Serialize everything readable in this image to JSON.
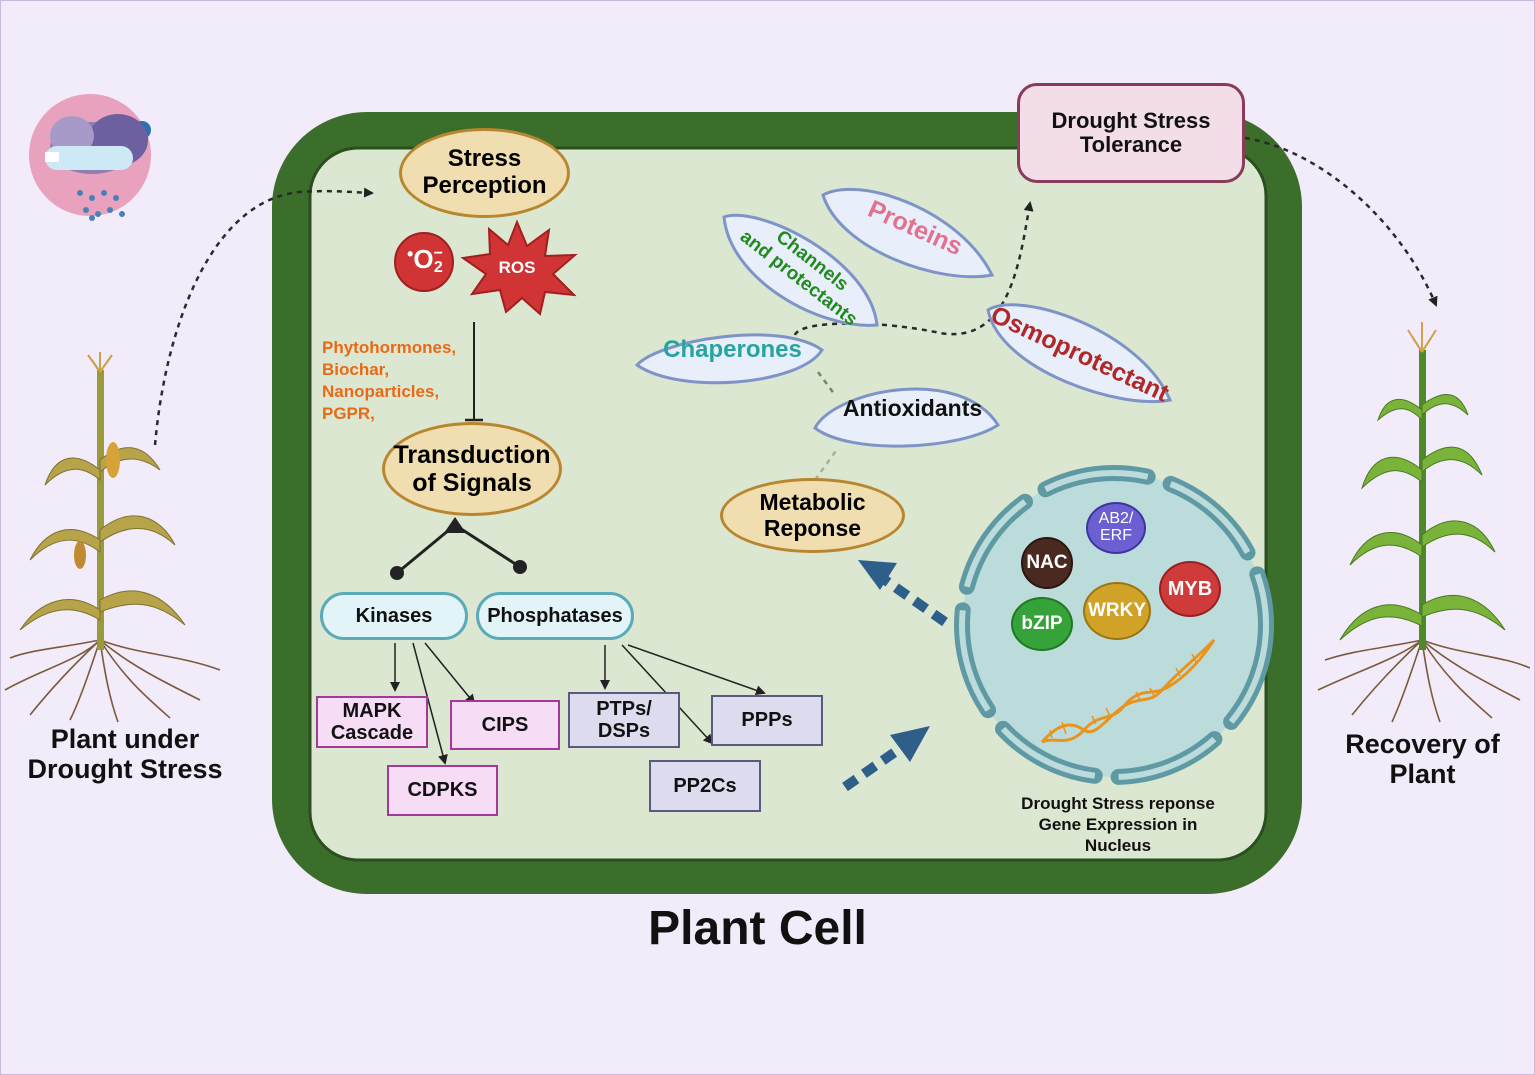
{
  "plant_left_label": [
    "Plant under",
    "Drought Stress"
  ],
  "plant_right_label": [
    "Recovery of",
    "Plant"
  ],
  "cell_title": "Plant Cell",
  "stress_perception": [
    "Stress",
    "Perception"
  ],
  "superoxide_label": "O",
  "ros_label": "ROS",
  "treatments": [
    "Phytohormones,",
    "Biochar,",
    "Nanoparticles,",
    "PGPR,"
  ],
  "transduction": [
    "Transduction",
    "of Signals"
  ],
  "kinases": "Kinases",
  "phosphatases": "Phosphatases",
  "kinase_targets": {
    "mapk": [
      "MAPK",
      "Cascade"
    ],
    "cips": "CIPS",
    "cdpks": "CDPKS"
  },
  "phosphatase_targets": {
    "ptps": [
      "PTPs/",
      "DSPs"
    ],
    "ppps": "PPPs",
    "pp2cs": "PP2Cs"
  },
  "tolerance": [
    "Drought Stress",
    "Tolerance"
  ],
  "leaves": {
    "proteins": "Proteins",
    "channels": [
      "Channels",
      "and protectants"
    ],
    "chaperones": "Chaperones",
    "osmoprotectant": "Osmoprotectant",
    "antioxidants": "Antioxidants"
  },
  "metabolic": [
    "Metabolic",
    "Reponse"
  ],
  "transcription_factors": {
    "nac": "NAC",
    "ab2": [
      "AB2/",
      "ERF"
    ],
    "myb": "MYB",
    "bzip": "bZIP",
    "wrky": "WRKY"
  },
  "nucleus_caption": [
    "Drought Stress reponse",
    "Gene Expression in",
    "Nucleus"
  ],
  "colors": {
    "background": "#f2ebfa",
    "cell_wall": "#3b6e2a",
    "cytoplasm": "#dbe7d0",
    "oval_fill": "#f1deb0",
    "oval_border": "#b8862e",
    "kinase_fill": "#e2f4f7",
    "kinase_border": "#5aaab9",
    "kinase_target_fill": "#f6dcf5",
    "kinase_target_border": "#a33a9a",
    "phosphatase_target_fill": "#dcdcee",
    "phosphatase_target_border": "#5a5a80",
    "tolerance_fill": "#f3dde8",
    "tolerance_border": "#8a3a5a",
    "treatment_text": "#e86a17",
    "ros_red": "#d03434",
    "leaf_fill": "#e8effa",
    "leaf_border": "#7e94c8",
    "proteins_text": "#e3708e",
    "channels_text": "#228a1e",
    "chaperones_text": "#26a4a0",
    "osmo_text": "#b02828",
    "nucleus_fill": "#bcdcdc",
    "nucleus_border": "#5f9aa4",
    "arrow_blue": "#2d5f8a",
    "nac": "#4a2a20",
    "ab2": "#6b5fd2",
    "myb": "#cf3a3a",
    "bzip": "#35a33a",
    "wrky": "#d0a228",
    "dna": "#e8941e"
  }
}
